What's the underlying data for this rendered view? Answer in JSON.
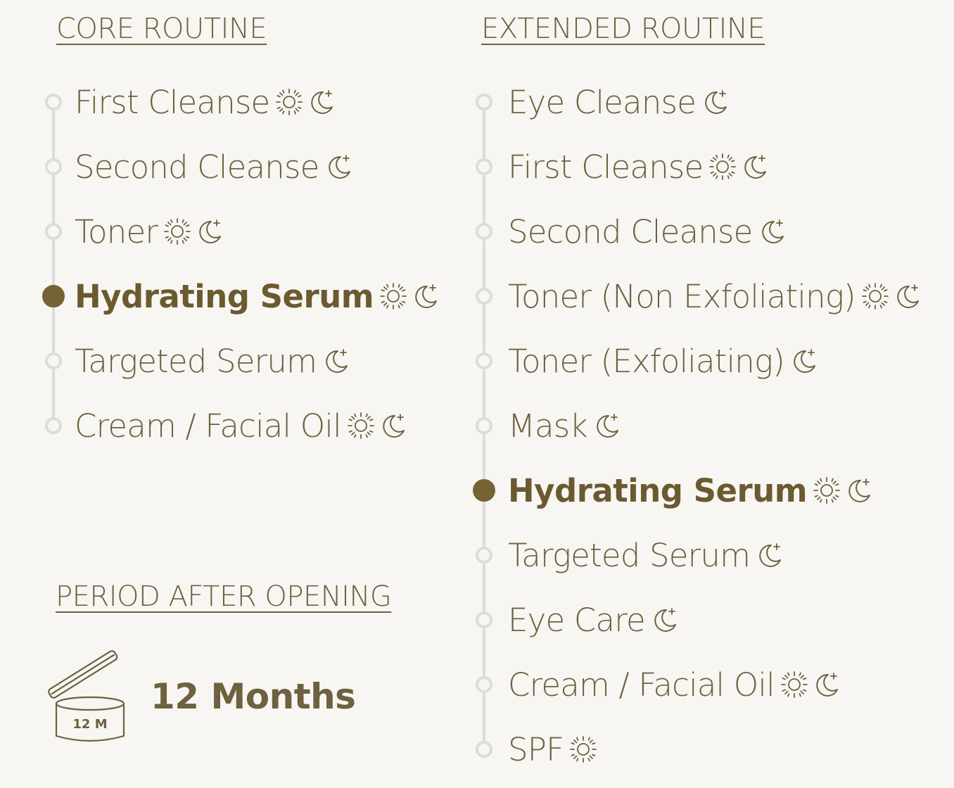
{
  "core": {
    "title": "CORE ROUTINE",
    "steps": [
      {
        "label": "First Cleanse",
        "icons": [
          "sun-icon",
          "moon-icon"
        ],
        "active": false
      },
      {
        "label": "Second Cleanse",
        "icons": [
          "moon-icon"
        ],
        "active": false
      },
      {
        "label": "Toner",
        "icons": [
          "sun-icon",
          "moon-icon"
        ],
        "active": false
      },
      {
        "label": "Hydrating Serum",
        "icons": [
          "sun-icon",
          "moon-icon"
        ],
        "active": true
      },
      {
        "label": "Targeted Serum",
        "icons": [
          "moon-icon"
        ],
        "active": false
      },
      {
        "label": "Cream / Facial Oil",
        "icons": [
          "sun-icon",
          "moon-icon"
        ],
        "active": false
      }
    ]
  },
  "extended": {
    "title": "EXTENDED ROUTINE",
    "steps": [
      {
        "label": "Eye Cleanse",
        "icons": [
          "moon-icon"
        ],
        "active": false
      },
      {
        "label": "First Cleanse",
        "icons": [
          "sun-icon",
          "moon-icon"
        ],
        "active": false
      },
      {
        "label": "Second Cleanse",
        "icons": [
          "moon-icon"
        ],
        "active": false
      },
      {
        "label": "Toner (Non Exfoliating)",
        "icons": [
          "sun-icon",
          "moon-icon"
        ],
        "active": false
      },
      {
        "label": "Toner (Exfoliating)",
        "icons": [
          "moon-icon"
        ],
        "active": false
      },
      {
        "label": "Mask",
        "icons": [
          "moon-icon"
        ],
        "active": false
      },
      {
        "label": "Hydrating Serum",
        "icons": [
          "sun-icon",
          "moon-icon"
        ],
        "active": true
      },
      {
        "label": "Targeted Serum",
        "icons": [
          "moon-icon"
        ],
        "active": false
      },
      {
        "label": "Eye Care",
        "icons": [
          "moon-icon"
        ],
        "active": false
      },
      {
        "label": "Cream / Facial Oil",
        "icons": [
          "sun-icon",
          "moon-icon"
        ],
        "active": false
      },
      {
        "label": "SPF",
        "icons": [
          "sun-icon"
        ],
        "active": false
      }
    ]
  },
  "pao": {
    "title": "PERIOD AFTER OPENING",
    "jar_label": "12 M",
    "value": "12 Months",
    "icon": "open-jar-icon"
  },
  "colors": {
    "background": "#f8f6f2",
    "text": "#6e6140",
    "accent": "#756335",
    "rail": "#dcdcdc"
  }
}
